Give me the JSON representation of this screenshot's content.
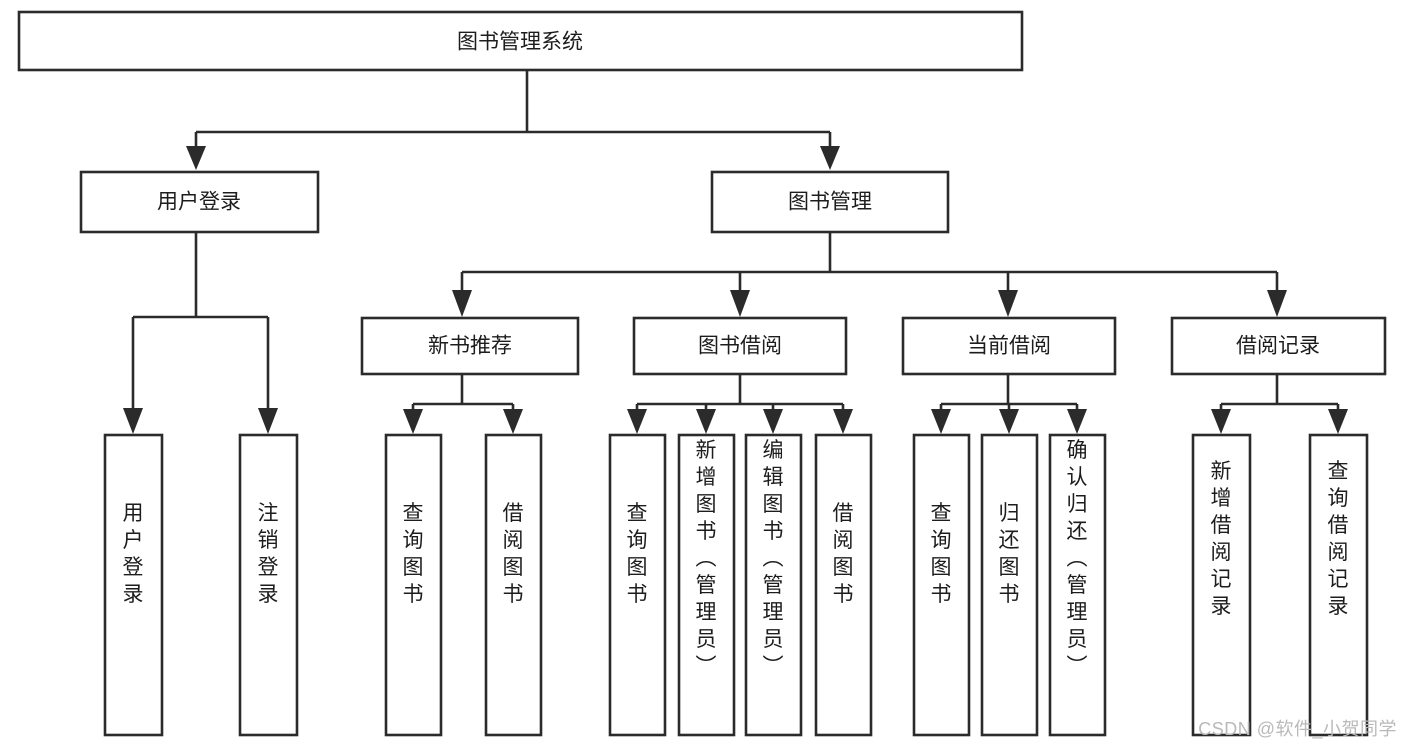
{
  "diagram": {
    "type": "tree-hierarchy",
    "title": "图书管理系统",
    "orientation": "top-down",
    "watermark": "CSDN @软件_小贺同学",
    "colors": {
      "stroke": "#2b2b2b",
      "fill": "#ffffff",
      "text": "#1d1d1d",
      "watermark": "#b9b9b9",
      "background": "#ffffff"
    },
    "levels": [
      {
        "level": 0,
        "nodes": [
          {
            "id": "root",
            "label": "图书管理系统",
            "orientation": "horizontal"
          }
        ]
      },
      {
        "level": 1,
        "nodes": [
          {
            "id": "user-login",
            "label": "用户登录",
            "parent": "root",
            "orientation": "horizontal"
          },
          {
            "id": "book-manage",
            "label": "图书管理",
            "parent": "root",
            "orientation": "horizontal"
          }
        ]
      },
      {
        "level": 2,
        "nodes": [
          {
            "id": "new-book-recommend",
            "label": "新书推荐",
            "parent": "book-manage",
            "orientation": "horizontal"
          },
          {
            "id": "book-borrow",
            "label": "图书借阅",
            "parent": "book-manage",
            "orientation": "horizontal"
          },
          {
            "id": "current-borrow",
            "label": "当前借阅",
            "parent": "book-manage",
            "orientation": "horizontal"
          },
          {
            "id": "borrow-record",
            "label": "借阅记录",
            "parent": "book-manage",
            "orientation": "horizontal"
          }
        ]
      },
      {
        "level": 3,
        "nodes": [
          {
            "id": "leaf-user-login",
            "label": "用户登录",
            "parent": "user-login",
            "orientation": "vertical"
          },
          {
            "id": "leaf-logout-login",
            "label": "注销登录",
            "parent": "user-login",
            "orientation": "vertical"
          },
          {
            "id": "leaf-query-book-1",
            "label": "查询图书",
            "parent": "new-book-recommend",
            "orientation": "vertical"
          },
          {
            "id": "leaf-borrow-book-1",
            "label": "借阅图书",
            "parent": "new-book-recommend",
            "orientation": "vertical"
          },
          {
            "id": "leaf-query-book-2",
            "label": "查询图书",
            "parent": "book-borrow",
            "orientation": "vertical"
          },
          {
            "id": "leaf-add-book",
            "label": "新增图书（管理员）",
            "parent": "book-borrow",
            "orientation": "vertical"
          },
          {
            "id": "leaf-edit-book",
            "label": "编辑图书（管理员）",
            "parent": "book-borrow",
            "orientation": "vertical"
          },
          {
            "id": "leaf-borrow-book-2",
            "label": "借阅图书",
            "parent": "book-borrow",
            "orientation": "vertical"
          },
          {
            "id": "leaf-query-book-3",
            "label": "查询图书",
            "parent": "current-borrow",
            "orientation": "vertical"
          },
          {
            "id": "leaf-return-book",
            "label": "归还图书",
            "parent": "current-borrow",
            "orientation": "vertical"
          },
          {
            "id": "leaf-confirm-return",
            "label": "确认归还（管理员）",
            "parent": "current-borrow",
            "orientation": "vertical"
          },
          {
            "id": "leaf-add-record",
            "label": "新增借阅记录",
            "parent": "borrow-record",
            "orientation": "vertical"
          },
          {
            "id": "leaf-query-record",
            "label": "查询借阅记录",
            "parent": "borrow-record",
            "orientation": "vertical"
          }
        ]
      }
    ]
  }
}
